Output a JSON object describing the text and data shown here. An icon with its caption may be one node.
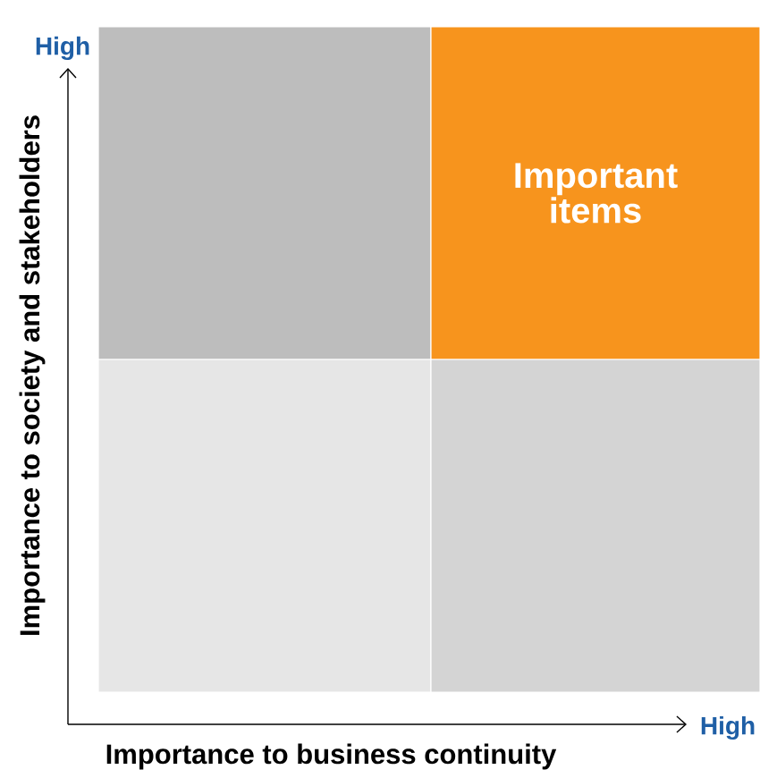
{
  "diagram": {
    "nodes": [
      {
        "text": [],
        "shape": "box"
      },
      {
        "text": [
          "Important items"
        ]
      },
      {
        "text": [],
        "shape": "box"
      },
      {
        "text": [],
        "shape": "box"
      }
    ],
    "edges": [],
    "labels": [
      "High",
      "Importance to society and stakeholders",
      "Importance to business continuity",
      "High"
    ]
  }
}
